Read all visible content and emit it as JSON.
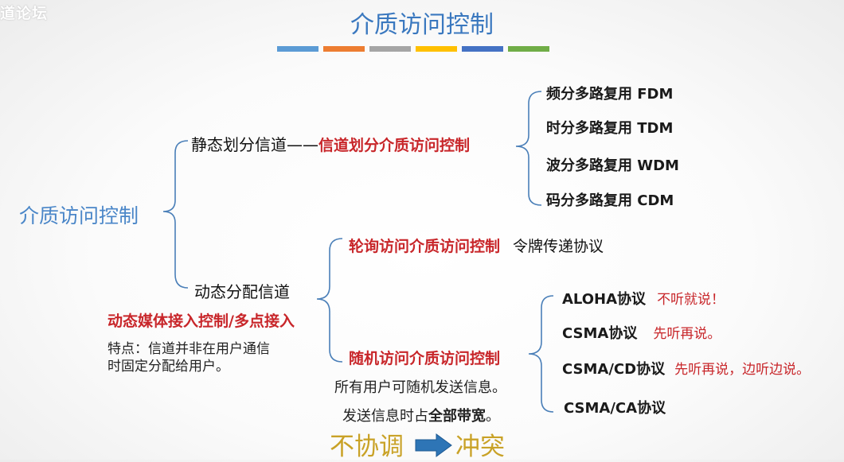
{
  "watermark": "道论坛",
  "title": "介质访问控制",
  "title_bar_colors": [
    "#5b9bd5",
    "#ed7d31",
    "#a5a5a5",
    "#ffc000",
    "#4472c4",
    "#70ad47"
  ],
  "root": "介质访问控制",
  "static_branch": {
    "label": "静态划分信道——",
    "red_label": "信道划分介质访问控制",
    "items": [
      "频分多路复用 FDM",
      "时分多路复用 TDM",
      "波分多路复用 WDM",
      "码分多路复用 CDM"
    ]
  },
  "dynamic_branch": {
    "label": "动态分配信道",
    "red_subtitle": "动态媒体接入控制/多点接入",
    "feature_line1": "特点：信道并非在用户通信",
    "feature_line2": "时固定分配给用户。",
    "polling": {
      "label": "轮询访问介质访问控制",
      "note": "令牌传递协议"
    },
    "random": {
      "label": "随机访问介质访问控制",
      "desc1": "所有用户可随机发送信息。",
      "desc2_prefix": "发送信息时占",
      "desc2_bold": "全部带宽",
      "desc2_suffix": "。",
      "protocols": [
        {
          "name": "ALOHA协议",
          "note": "不听就说！"
        },
        {
          "name": "CSMA协议",
          "note": "先听再说。"
        },
        {
          "name": "CSMA/CD协议",
          "note": "先听再说，边听边说。"
        },
        {
          "name": "CSMA/CA协议",
          "note": ""
        }
      ]
    }
  },
  "bottom": {
    "left": "不协调",
    "right": "冲突",
    "arrow_color": "#2e75b6"
  }
}
